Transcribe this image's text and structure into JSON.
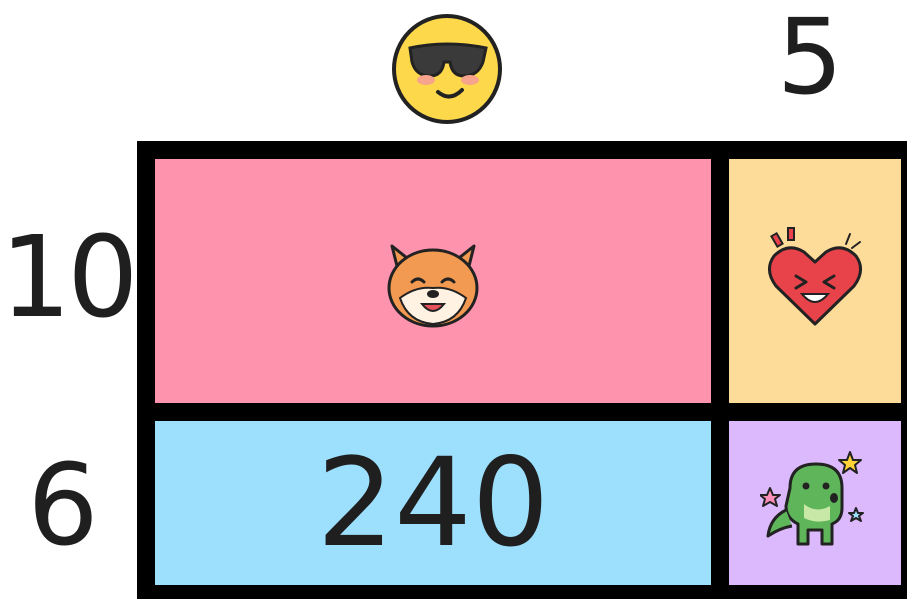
{
  "labels": {
    "top_right": "5",
    "left_top": "10",
    "left_bottom": "6"
  },
  "area": {
    "value": "240"
  },
  "icons": {
    "top": "sunglasses-face-icon",
    "top_left_cell": "shiba-dog-icon",
    "top_right_cell": "laughing-heart-icon",
    "bottom_right_cell": "dinosaur-icon"
  },
  "colors": {
    "top_left_cell": "#fe93ae",
    "top_right_cell": "#fddc9a",
    "bottom_left_cell": "#9de0fd",
    "bottom_right_cell": "#dcb8fc",
    "grid_border": "#000000"
  }
}
